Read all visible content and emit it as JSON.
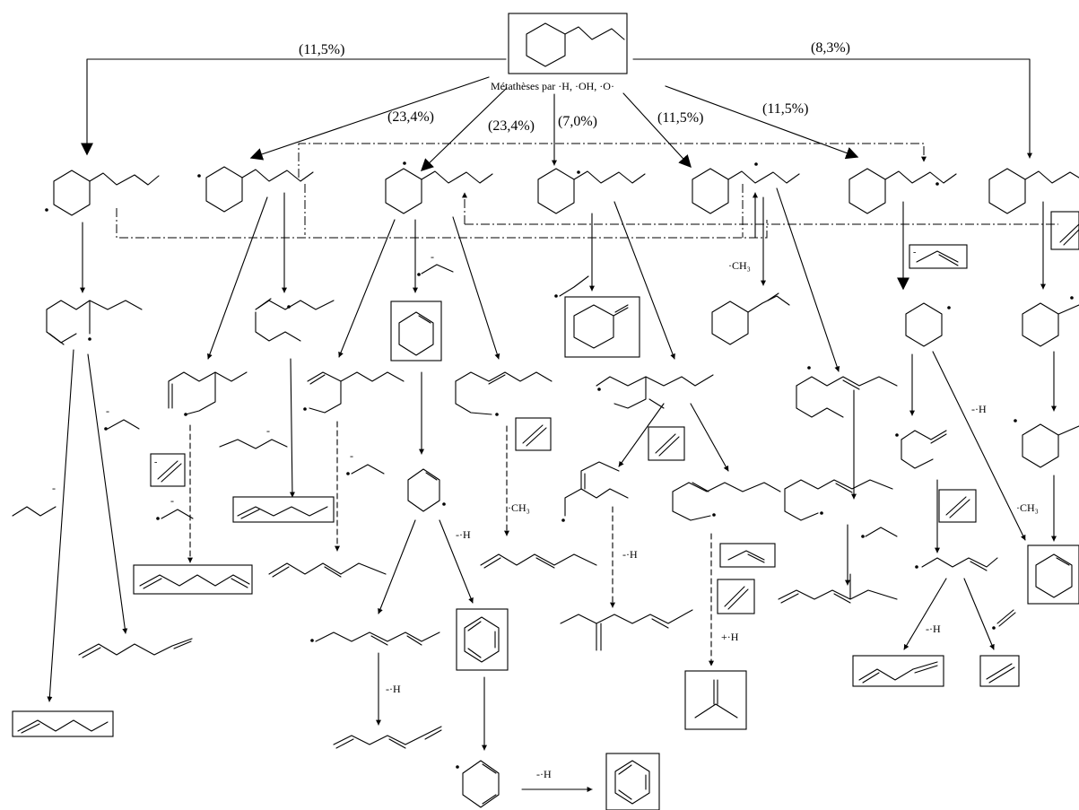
{
  "header": {
    "metathesis": "Métathèses par ·H, ·OH, ·O·"
  },
  "branches": [
    {
      "id": "b1",
      "percent": "(11,5%)"
    },
    {
      "id": "b2",
      "percent": "(23,4%)"
    },
    {
      "id": "b3",
      "percent": "(23,4%)"
    },
    {
      "id": "b4",
      "percent": "(7,0%)"
    },
    {
      "id": "b5",
      "percent": "(11,5%)"
    },
    {
      "id": "b6",
      "percent": "(11,5%)"
    },
    {
      "id": "b7",
      "percent": "(8,3%)"
    }
  ],
  "labels": {
    "ch3_iso": "·CH₃",
    "ch3_a": "·CH₃",
    "ch3_b": "·CH₃",
    "h_a": "-·H",
    "h_b": "-·H",
    "h_c": "-·H",
    "h_d": "-·H",
    "h_e": "-·H",
    "h_f": "-·H",
    "h_plus": "+·H",
    "minus_a": "-",
    "minus_b": "-",
    "minus_c": "-",
    "minus_d": "-",
    "minus_e": "-",
    "minus_f": "-",
    "minus_g": "-"
  }
}
